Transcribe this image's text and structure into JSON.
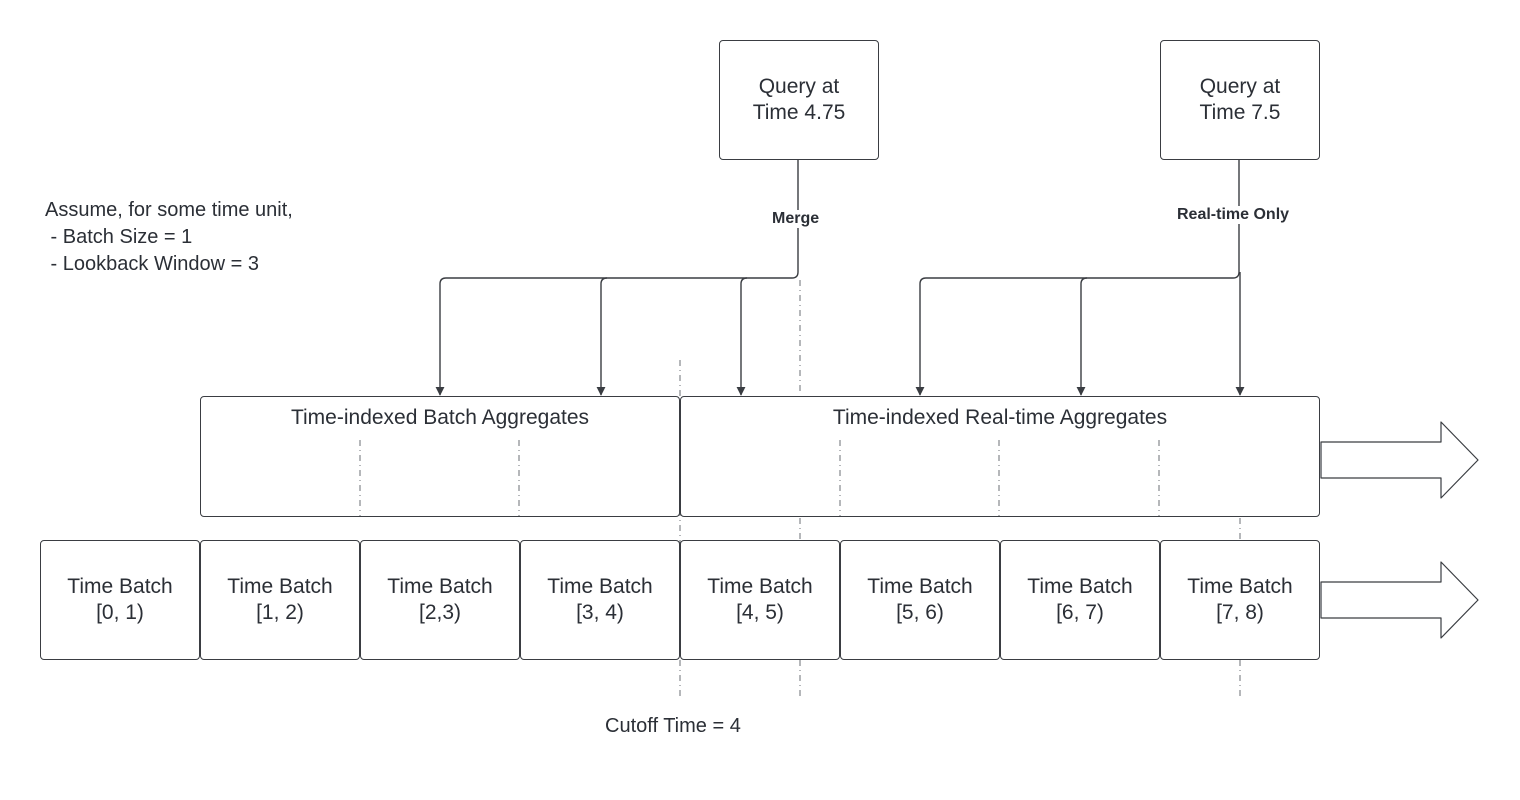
{
  "notes": {
    "line1": "Assume, for some time unit,",
    "line2": " - Batch Size = 1",
    "line3": " - Lookback Window = 3"
  },
  "queries": [
    {
      "line1": "Query at",
      "line2": "Time 4.75",
      "edge_label": "Merge"
    },
    {
      "line1": "Query at",
      "line2": "Time 7.5",
      "edge_label": "Real-time Only"
    }
  ],
  "aggregates": {
    "batch_title": "Time-indexed Batch Aggregates",
    "realtime_title": "Time-indexed Real-time Aggregates"
  },
  "batches": [
    {
      "label": "Time Batch",
      "range": "[0, 1)"
    },
    {
      "label": "Time Batch",
      "range": "[1, 2)"
    },
    {
      "label": "Time Batch",
      "range": "[2,3)"
    },
    {
      "label": "Time Batch",
      "range": "[3, 4)"
    },
    {
      "label": "Time Batch",
      "range": "[4, 5)"
    },
    {
      "label": "Time Batch",
      "range": "[5, 6)"
    },
    {
      "label": "Time Batch",
      "range": "[6, 7)"
    },
    {
      "label": "Time Batch",
      "range": "[7, 8)"
    }
  ],
  "cutoff_label": "Cutoff Time = 4",
  "colors": {
    "line": "#3a3d42",
    "dashed": "#6b6f75",
    "text": "#2b2f36"
  }
}
